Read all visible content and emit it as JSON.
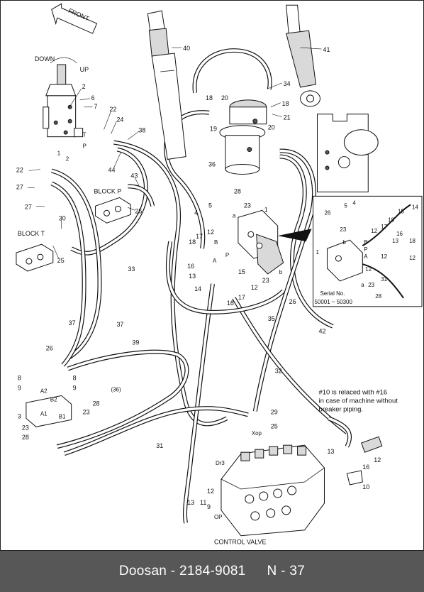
{
  "footer": {
    "brand": "Doosan",
    "separator": " - ",
    "part_number": "2184-9081",
    "page": "N - 37"
  },
  "diagram": {
    "direction_labels": {
      "front": "FRONT",
      "down": "DOWN",
      "up": "UP"
    },
    "block_p": "BLOCK P",
    "block_t": "BLOCK T",
    "control_valve": "CONTROL VALVE",
    "ports": {
      "t": "T",
      "p": "P",
      "a1": "A1",
      "a2": "A2",
      "b1": "B1",
      "b2": "B2",
      "a": "a",
      "b": "b",
      "A": "A",
      "B": "B",
      "P": "P",
      "xop": "Xop",
      "dr3": "Dr3",
      "op": "OP",
      "n1": "1",
      "n2": "2",
      "paren36": "(36)"
    },
    "inset": {
      "serial_label": "Serial No.",
      "serial_range": "50001 ~ 50300"
    },
    "note": {
      "line1": "#10 is relaced with #16",
      "line2": "in case of machine without",
      "line3": "breaker piping."
    },
    "callouts": [
      "1",
      "2",
      "3",
      "4",
      "5",
      "6",
      "7",
      "8",
      "9",
      "10",
      "11",
      "12",
      "13",
      "14",
      "15",
      "16",
      "17",
      "18",
      "19",
      "20",
      "21",
      "22",
      "23",
      "24",
      "25",
      "26",
      "27",
      "28",
      "29",
      "30",
      "31",
      "32",
      "33",
      "34",
      "35",
      "36",
      "37",
      "38",
      "39",
      "40",
      "41",
      "42",
      "43",
      "44"
    ]
  }
}
